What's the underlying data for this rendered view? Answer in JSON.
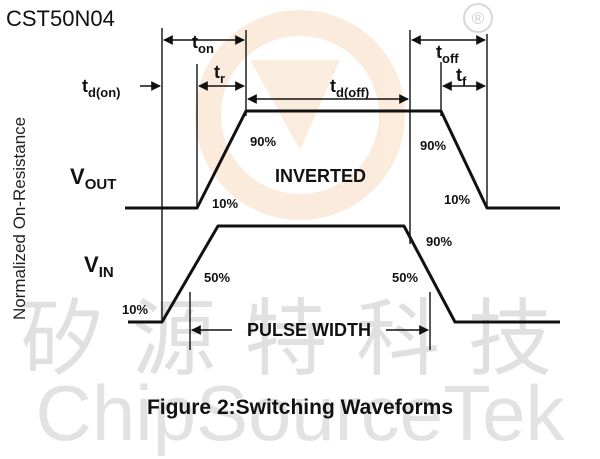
{
  "part_number": "CST50N04",
  "y_axis_label": "Normalized On-Resistance",
  "watermark": {
    "chinese": "矽源特科技",
    "english": "ChipSourceTek",
    "registered_mark": "®",
    "logo_color": "#f5c89a"
  },
  "timing_labels": {
    "t_on": {
      "main": "t",
      "sub": "on"
    },
    "t_r": {
      "main": "t",
      "sub": "r"
    },
    "t_d_on": {
      "main": "t",
      "sub": "d(on)"
    },
    "t_d_off": {
      "main": "t",
      "sub": "d(off)"
    },
    "t_off": {
      "main": "t",
      "sub": "off"
    },
    "t_f": {
      "main": "t",
      "sub": "f"
    }
  },
  "signals": {
    "v_out": {
      "main": "V",
      "sub": "OUT"
    },
    "v_in": {
      "main": "V",
      "sub": "IN"
    }
  },
  "annotations": {
    "inverted": "INVERTED",
    "pulse_width": "PULSE WIDTH",
    "out_90_rise": "90%",
    "out_10_rise": "10%",
    "out_90_fall": "90%",
    "out_10_fall": "10%",
    "in_50_rise": "50%",
    "in_10_rise": "10%",
    "in_90_fall": "90%",
    "in_50_fall": "50%"
  },
  "caption": "Figure 2:Switching Waveforms"
}
